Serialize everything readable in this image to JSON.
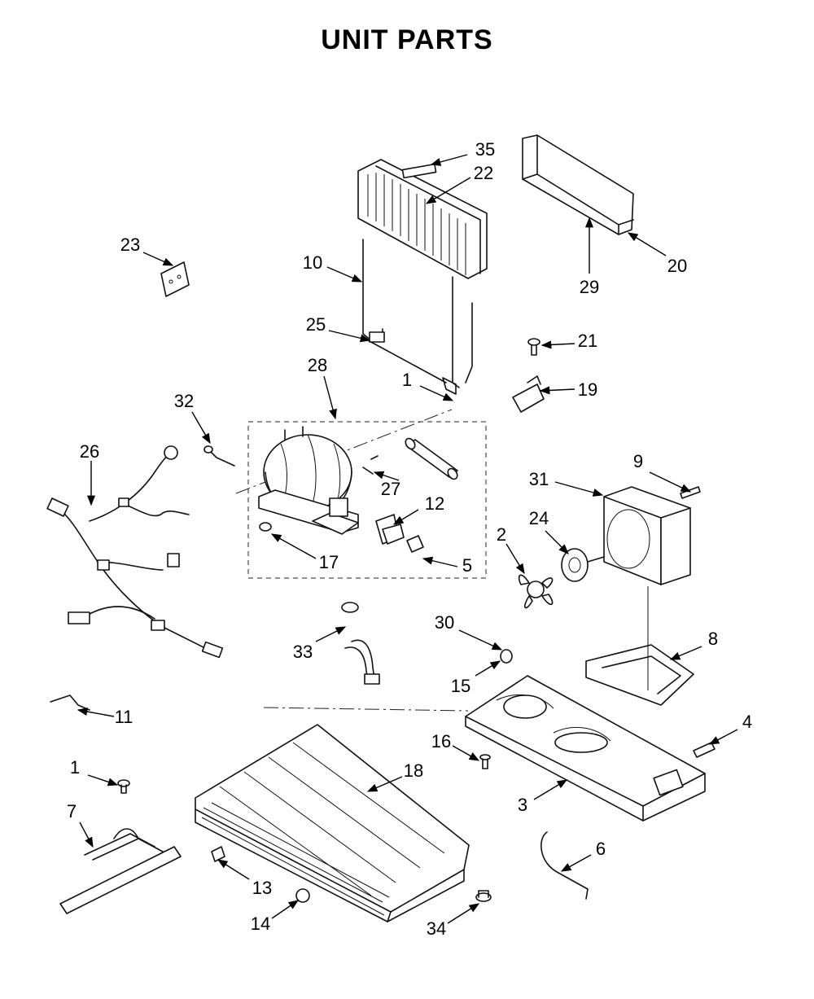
{
  "title": "UNIT PARTS",
  "callouts": {
    "c1a": "1",
    "c1b": "1",
    "c2": "2",
    "c3": "3",
    "c4": "4",
    "c5": "5",
    "c6": "6",
    "c7": "7",
    "c8": "8",
    "c9": "9",
    "c10": "10",
    "c11": "11",
    "c12": "12",
    "c13": "13",
    "c14": "14",
    "c15": "15",
    "c16": "16",
    "c17": "17",
    "c18": "18",
    "c19": "19",
    "c20": "20",
    "c21": "21",
    "c22": "22",
    "c23": "23",
    "c24": "24",
    "c25": "25",
    "c26": "26",
    "c27": "27",
    "c28": "28",
    "c29": "29",
    "c30": "30",
    "c31": "31",
    "c32": "32",
    "c33": "33",
    "c34": "34",
    "c35": "35"
  }
}
